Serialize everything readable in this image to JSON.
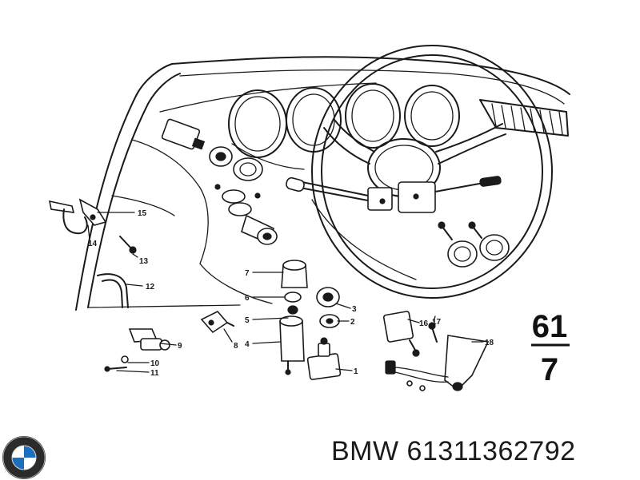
{
  "diagram": {
    "group_top": "61",
    "group_bottom": "7",
    "callouts": [
      {
        "id": "c15",
        "label": "15"
      },
      {
        "id": "c14",
        "label": "14"
      },
      {
        "id": "c13",
        "label": "13"
      },
      {
        "id": "c12",
        "label": "12"
      },
      {
        "id": "c7",
        "label": "7"
      },
      {
        "id": "c6",
        "label": "6"
      },
      {
        "id": "c5",
        "label": "5"
      },
      {
        "id": "c4",
        "label": "4"
      },
      {
        "id": "c3",
        "label": "3"
      },
      {
        "id": "c2",
        "label": "2"
      },
      {
        "id": "c1",
        "label": "1"
      },
      {
        "id": "c8",
        "label": "8"
      },
      {
        "id": "c9",
        "label": "9"
      },
      {
        "id": "c10",
        "label": "10"
      },
      {
        "id": "c11",
        "label": "11"
      },
      {
        "id": "c16",
        "label": "16"
      },
      {
        "id": "c17",
        "label": "17"
      },
      {
        "id": "c18",
        "label": "18"
      }
    ]
  },
  "footer": {
    "brand": "BMW",
    "part_number": "BMW 61311362792"
  },
  "icons": {
    "logo": "bmw-roundel-icon"
  }
}
